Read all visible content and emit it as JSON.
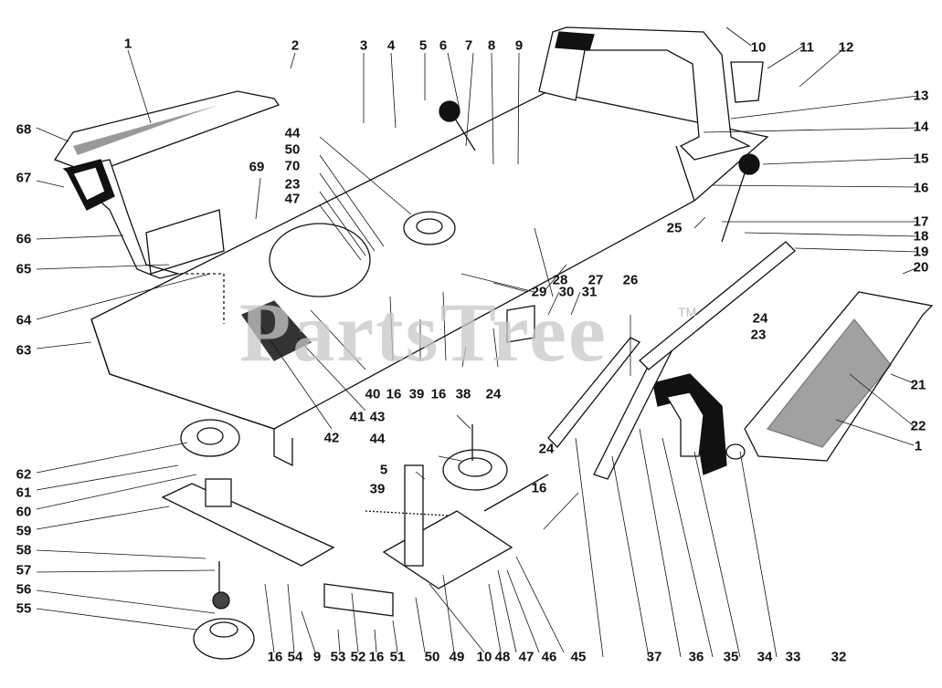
{
  "diagram": {
    "title": "Exploded parts diagram - mower deck / pedal assembly",
    "watermark": "PartsTree",
    "watermark_tm": "TM",
    "callouts": [
      {
        "id": "c1a",
        "label": "1"
      },
      {
        "id": "c2",
        "label": "2"
      },
      {
        "id": "c3",
        "label": "3"
      },
      {
        "id": "c4",
        "label": "4"
      },
      {
        "id": "c5a",
        "label": "5"
      },
      {
        "id": "c6",
        "label": "6"
      },
      {
        "id": "c7",
        "label": "7"
      },
      {
        "id": "c8",
        "label": "8"
      },
      {
        "id": "c9a",
        "label": "9"
      },
      {
        "id": "c10a",
        "label": "10"
      },
      {
        "id": "c11",
        "label": "11"
      },
      {
        "id": "c12",
        "label": "12"
      },
      {
        "id": "c13",
        "label": "13"
      },
      {
        "id": "c14",
        "label": "14"
      },
      {
        "id": "c15",
        "label": "15"
      },
      {
        "id": "c16a",
        "label": "16"
      },
      {
        "id": "c17",
        "label": "17"
      },
      {
        "id": "c18",
        "label": "18"
      },
      {
        "id": "c19",
        "label": "19"
      },
      {
        "id": "c20",
        "label": "20"
      },
      {
        "id": "c21",
        "label": "21"
      },
      {
        "id": "c22",
        "label": "22"
      },
      {
        "id": "c1b",
        "label": "1"
      },
      {
        "id": "c23a",
        "label": "23"
      },
      {
        "id": "c24a",
        "label": "24"
      },
      {
        "id": "c25",
        "label": "25"
      },
      {
        "id": "c26",
        "label": "26"
      },
      {
        "id": "c27",
        "label": "27"
      },
      {
        "id": "c28",
        "label": "28"
      },
      {
        "id": "c29",
        "label": "29"
      },
      {
        "id": "c30",
        "label": "30"
      },
      {
        "id": "c31",
        "label": "31"
      },
      {
        "id": "c24b",
        "label": "24"
      },
      {
        "id": "c24c",
        "label": "24"
      },
      {
        "id": "c32",
        "label": "32"
      },
      {
        "id": "c33",
        "label": "33"
      },
      {
        "id": "c34",
        "label": "34"
      },
      {
        "id": "c35",
        "label": "35"
      },
      {
        "id": "c36",
        "label": "36"
      },
      {
        "id": "c37",
        "label": "37"
      },
      {
        "id": "c38",
        "label": "38"
      },
      {
        "id": "c16b",
        "label": "16"
      },
      {
        "id": "c39a",
        "label": "39"
      },
      {
        "id": "c16c",
        "label": "16"
      },
      {
        "id": "c40",
        "label": "40"
      },
      {
        "id": "c41",
        "label": "41"
      },
      {
        "id": "c42",
        "label": "42"
      },
      {
        "id": "c43",
        "label": "43"
      },
      {
        "id": "c44a",
        "label": "44"
      },
      {
        "id": "c44b",
        "label": "44"
      },
      {
        "id": "c50a",
        "label": "50"
      },
      {
        "id": "c70",
        "label": "70"
      },
      {
        "id": "c23b",
        "label": "23"
      },
      {
        "id": "c47a",
        "label": "47"
      },
      {
        "id": "c69",
        "label": "69"
      },
      {
        "id": "c68",
        "label": "68"
      },
      {
        "id": "c67",
        "label": "67"
      },
      {
        "id": "c66",
        "label": "66"
      },
      {
        "id": "c65",
        "label": "65"
      },
      {
        "id": "c64",
        "label": "64"
      },
      {
        "id": "c63",
        "label": "63"
      },
      {
        "id": "c62",
        "label": "62"
      },
      {
        "id": "c61",
        "label": "61"
      },
      {
        "id": "c60",
        "label": "60"
      },
      {
        "id": "c59",
        "label": "59"
      },
      {
        "id": "c58",
        "label": "58"
      },
      {
        "id": "c57",
        "label": "57"
      },
      {
        "id": "c56",
        "label": "56"
      },
      {
        "id": "c55",
        "label": "55"
      },
      {
        "id": "c16d",
        "label": "16"
      },
      {
        "id": "c54",
        "label": "54"
      },
      {
        "id": "c9b",
        "label": "9"
      },
      {
        "id": "c53",
        "label": "53"
      },
      {
        "id": "c52",
        "label": "52"
      },
      {
        "id": "c16e",
        "label": "16"
      },
      {
        "id": "c51",
        "label": "51"
      },
      {
        "id": "c50b",
        "label": "50"
      },
      {
        "id": "c49",
        "label": "49"
      },
      {
        "id": "c10b",
        "label": "10"
      },
      {
        "id": "c48",
        "label": "48"
      },
      {
        "id": "c47b",
        "label": "47"
      },
      {
        "id": "c46",
        "label": "46"
      },
      {
        "id": "c45",
        "label": "45"
      },
      {
        "id": "c5b",
        "label": "5"
      },
      {
        "id": "c39b",
        "label": "39"
      },
      {
        "id": "c16f",
        "label": "16"
      }
    ]
  }
}
